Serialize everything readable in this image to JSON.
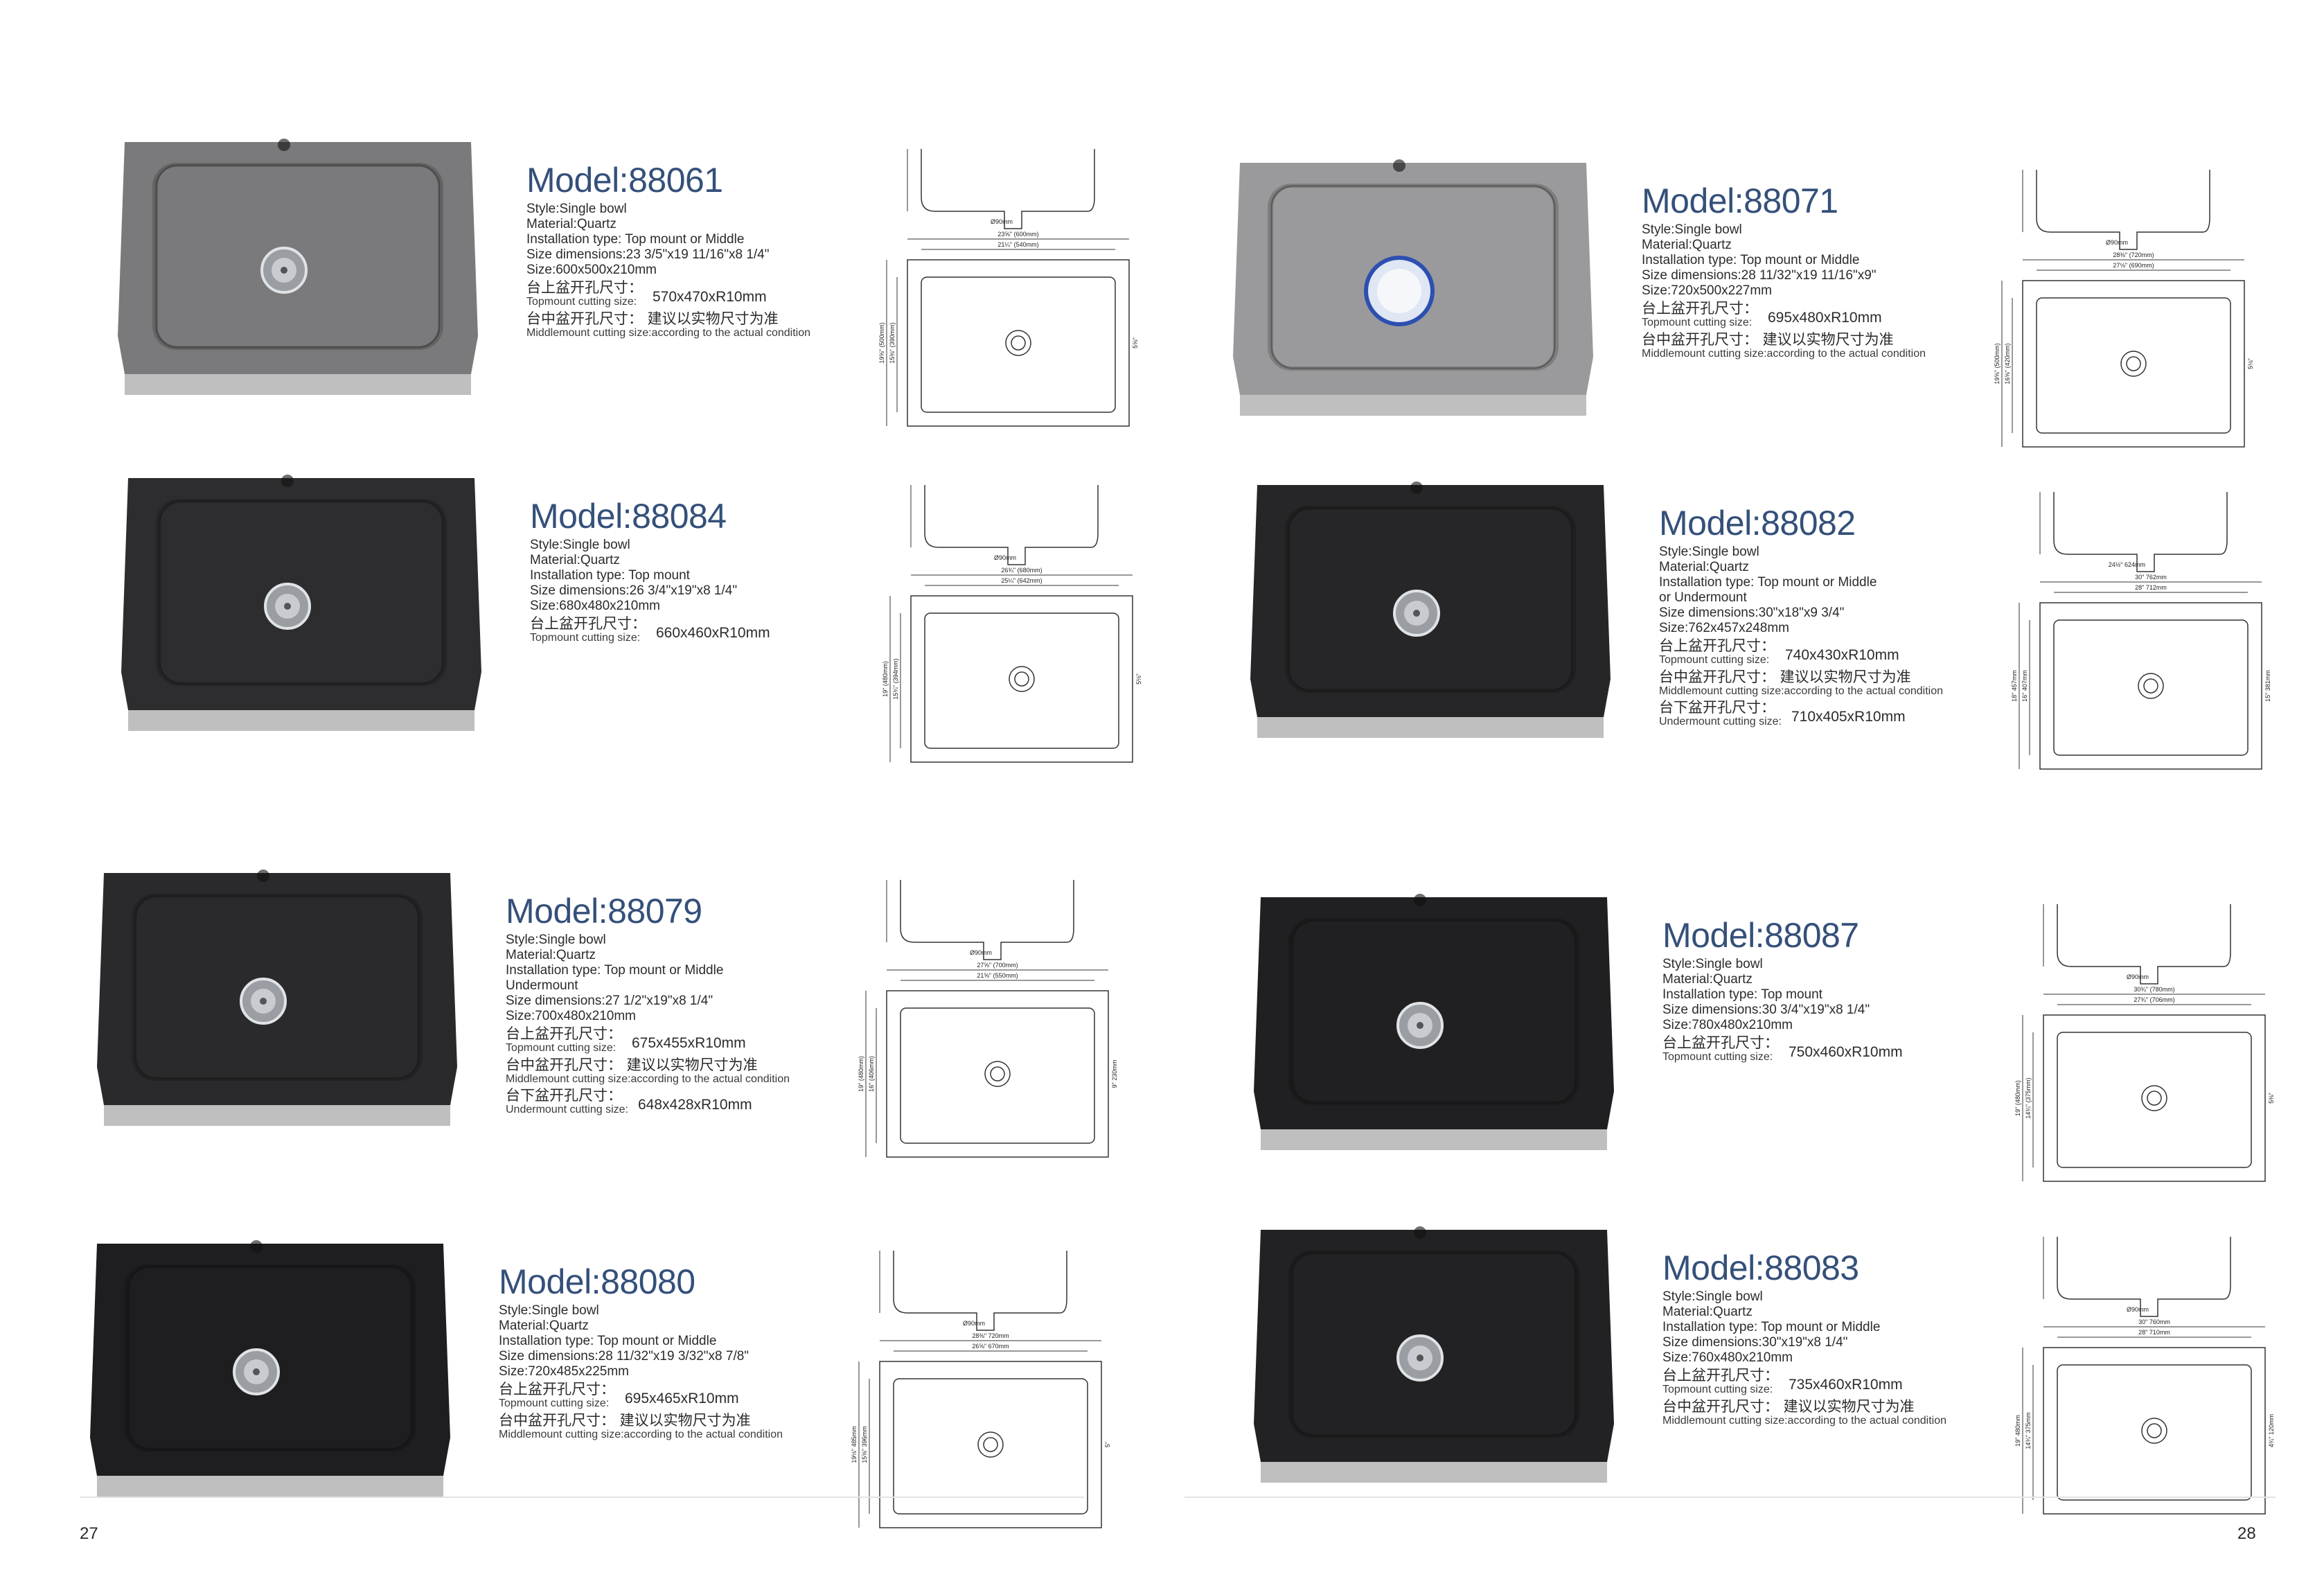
{
  "pages": {
    "left": "27",
    "right": "28"
  },
  "products": [
    {
      "model": "Model:88061",
      "finish": "#7a7a7c",
      "drain": "steel",
      "lines": [
        "Style:Single bowl",
        "Material:Quartz",
        "Installation type: Top mount or Middle",
        "Size dimensions:23 3/5\"x19 11/16\"x8 1/4\"",
        "Size:600x500x210mm"
      ],
      "top_cut": {
        "cn": "台上盆开孔尺寸：",
        "en": "Topmount cutting size:",
        "value": "570x470xR10mm"
      },
      "mid_cut": {
        "cn": "台中盆开孔尺寸：  建议以实物尺寸为准",
        "en": "Middlemount cutting size:according to the actual condition"
      },
      "under_cut": null,
      "drawing": {
        "top": [
          "23⅝\" (600mm)",
          "21¼\" (540mm)"
        ],
        "side": [
          "19⅝\" (500mm)",
          "15⅜\" (390mm)"
        ],
        "right": "5⅝\"",
        "hole": "Ø90mm"
      }
    },
    {
      "model": "Model:88071",
      "finish": "#9a9a9c",
      "drain": "blue",
      "lines": [
        "Style:Single bowl",
        "Material:Quartz",
        "Installation type: Top mount or Middle",
        "Size dimensions:28 11/32\"x19 11/16\"x9\"",
        "Size:720x500x227mm"
      ],
      "top_cut": {
        "cn": "台上盆开孔尺寸：",
        "en": "Topmount cutting size:",
        "value": "695x480xR10mm"
      },
      "mid_cut": {
        "cn": "台中盆开孔尺寸：  建议以实物尺寸为准",
        "en": "Middlemount cutting size:according to the actual condition"
      },
      "under_cut": null,
      "drawing": {
        "top": [
          "28⅜\" (720mm)",
          "27⅛\" (690mm)"
        ],
        "side": [
          "19⅝\" (500mm)",
          "16⅝\" (420mm)"
        ],
        "right": "5⅛\"",
        "hole": "Ø90mm"
      }
    },
    {
      "model": "Model:88084",
      "finish": "#2d2d2f",
      "drain": "steel",
      "lines": [
        "Style:Single bowl",
        "Material:Quartz",
        "Installation type: Top mount",
        "Size dimensions:26 3/4\"x19\"x8 1/4\"",
        "Size:680x480x210mm"
      ],
      "top_cut": {
        "cn": "台上盆开孔尺寸：",
        "en": "Topmount cutting size:",
        "value": "660x460xR10mm"
      },
      "mid_cut": null,
      "under_cut": null,
      "drawing": {
        "top": [
          "26¾\" (680mm)",
          "25¼\" (642mm)"
        ],
        "side": [
          "19\" (480mm)",
          "15¾\" (394mm)"
        ],
        "right": "5⅛\"",
        "hole": "Ø90mm"
      }
    },
    {
      "model": "Model:88082",
      "finish": "#262628",
      "drain": "steel",
      "lines": [
        "Style:Single bowl",
        "Material:Quartz",
        "Installation type: Top mount or Middle",
        "or  Undermount",
        "Size dimensions:30\"x18\"x9 3/4\"",
        "Size:762x457x248mm"
      ],
      "top_cut": {
        "cn": "台上盆开孔尺寸：",
        "en": "Topmount cutting size:",
        "value": "740x430xR10mm"
      },
      "mid_cut": {
        "cn": "台中盆开孔尺寸：  建议以实物尺寸为准",
        "en": "Middlemount cutting size:according to the actual condition"
      },
      "under_cut": {
        "cn": "台下盆开孔尺寸：",
        "en": "Undermount cutting size:",
        "value": "710x405xR10mm"
      },
      "drawing": {
        "top": [
          "30\" 762mm",
          "28\" 712mm"
        ],
        "side": [
          "18\" 457mm",
          "16\" 407mm"
        ],
        "right": "15\" 381mm",
        "hole": "24½\" 624mm"
      }
    },
    {
      "model": "Model:88079",
      "finish": "#2a2a2c",
      "drain": "steel",
      "lines": [
        "Style:Single bowl",
        "Material:Quartz",
        "Installation type: Top mount  or  Middle",
        "Undermount",
        "Size dimensions:27 1/2\"x19\"x8 1/4\"",
        "Size:700x480x210mm"
      ],
      "top_cut": {
        "cn": "台上盆开孔尺寸：",
        "en": "Topmount cutting size:",
        "value": "675x455xR10mm"
      },
      "mid_cut": {
        "cn": "台中盆开孔尺寸：  建议以实物尺寸为准",
        "en": "Middlemount cutting size:according to the actual condition"
      },
      "under_cut": {
        "cn": "台下盆开孔尺寸：",
        "en": "Undermount cutting size:",
        "value": "648x428xR10mm"
      },
      "drawing": {
        "top": [
          "27⅝\" (700mm)",
          "21⅝\" (550mm)"
        ],
        "side": [
          "19\" (480mm)",
          "16\" (406mm)"
        ],
        "right": "9\" 230mm",
        "hole": "Ø90mm"
      }
    },
    {
      "model": "Model:88087",
      "finish": "#202022",
      "drain": "steel",
      "lines": [
        "Style:Single bowl",
        "Material:Quartz",
        "Installation type: Top mount",
        "Size dimensions:30 3/4\"x19\"x8 1/4\"",
        "Size:780x480x210mm"
      ],
      "top_cut": {
        "cn": "台上盆开孔尺寸：",
        "en": "Topmount cutting size:",
        "value": "750x460xR10mm"
      },
      "mid_cut": null,
      "under_cut": null,
      "drawing": {
        "top": [
          "30¾\" (780mm)",
          "27¾\" (706mm)"
        ],
        "side": [
          "19\" (480mm)",
          "14¾\" (375mm)"
        ],
        "right": "5⅜\"",
        "hole": "Ø90mm"
      }
    },
    {
      "model": "Model:88080",
      "finish": "#1e1e20",
      "drain": "steel",
      "lines": [
        "Style:Single bowl",
        "Material:Quartz",
        "Installation type: Top mount or Middle",
        "Size dimensions:28 11/32\"x19 3/32\"x8 7/8\"",
        "Size:720x485x225mm"
      ],
      "top_cut": {
        "cn": "台上盆开孔尺寸：",
        "en": "Topmount cutting size:",
        "value": "695x465xR10mm"
      },
      "mid_cut": {
        "cn": "台中盆开孔尺寸：  建议以实物尺寸为准",
        "en": "Middlemount cutting size:according to the actual condition"
      },
      "under_cut": null,
      "drawing": {
        "top": [
          "28⅜\" 720mm",
          "26⅝\" 670mm"
        ],
        "side": [
          "19⅛\" 485mm",
          "15⅝\" 396mm"
        ],
        "right": "5\"",
        "hole": "Ø90mm"
      }
    },
    {
      "model": "Model:88083",
      "finish": "#222224",
      "drain": "steel",
      "lines": [
        "Style:Single bowl",
        "Material:Quartz",
        "Installation type: Top mount or Middle",
        "Size dimensions:30\"x19\"x8 1/4\"",
        "Size:760x480x210mm"
      ],
      "top_cut": {
        "cn": "台上盆开孔尺寸：",
        "en": "Topmount cutting size:",
        "value": "735x460xR10mm"
      },
      "mid_cut": {
        "cn": "台中盆开孔尺寸：  建议以实物尺寸为准",
        "en": "Middlemount cutting size:according to the actual condition"
      },
      "under_cut": null,
      "drawing": {
        "top": [
          "30\" 760mm",
          "28\" 710mm"
        ],
        "side": [
          "19\" 480mm",
          "14¾\" 375mm"
        ],
        "right": "4¾\" 120mm",
        "hole": "Ø90mm"
      }
    }
  ]
}
